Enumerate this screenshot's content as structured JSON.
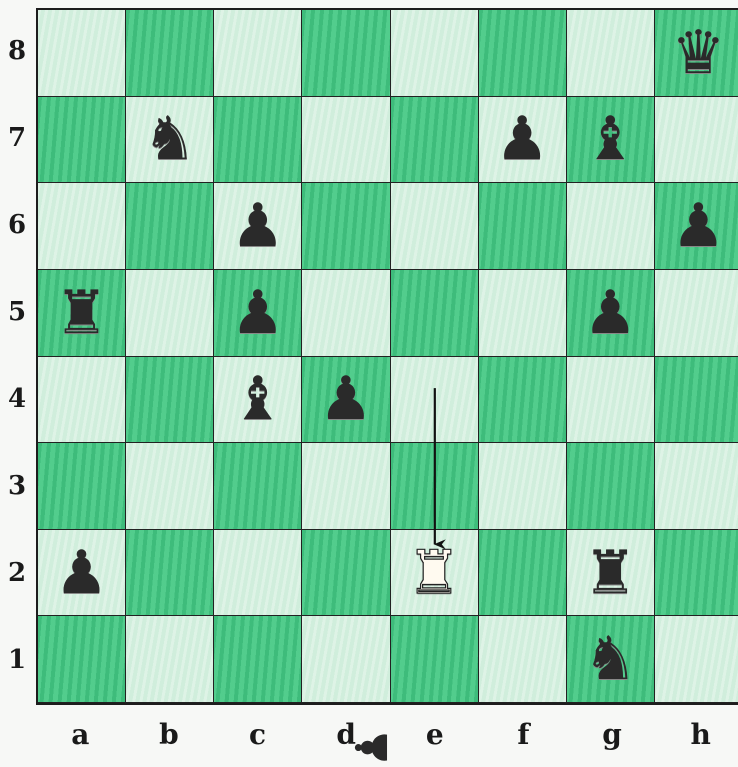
{
  "ranks": [
    "8",
    "7",
    "6",
    "5",
    "4",
    "3",
    "2",
    "1"
  ],
  "files": [
    "a",
    "b",
    "c",
    "d",
    "e",
    "f",
    "g",
    "h"
  ],
  "pieces": [
    {
      "square": "h8",
      "color": "black",
      "type": "queen",
      "glyph": "♛"
    },
    {
      "square": "b7",
      "color": "black",
      "type": "knight",
      "glyph": "♞"
    },
    {
      "square": "f7",
      "color": "black",
      "type": "pawn",
      "glyph": "♟"
    },
    {
      "square": "g7",
      "color": "black",
      "type": "bishop",
      "glyph": "♝"
    },
    {
      "square": "c6",
      "color": "black",
      "type": "pawn",
      "glyph": "♟"
    },
    {
      "square": "h6",
      "color": "black",
      "type": "pawn",
      "glyph": "♟"
    },
    {
      "square": "a5",
      "color": "black",
      "type": "rook",
      "glyph": "♜"
    },
    {
      "square": "c5",
      "color": "black",
      "type": "pawn",
      "glyph": "♟"
    },
    {
      "square": "g5",
      "color": "black",
      "type": "pawn",
      "glyph": "♟"
    },
    {
      "square": "c4",
      "color": "black",
      "type": "bishop",
      "glyph": "♝"
    },
    {
      "square": "d4",
      "color": "black",
      "type": "pawn",
      "glyph": "♟"
    },
    {
      "square": "a2",
      "color": "black",
      "type": "pawn",
      "glyph": "♟"
    },
    {
      "square": "e2",
      "color": "white",
      "type": "rook",
      "glyph": "♜"
    },
    {
      "square": "g2",
      "color": "black",
      "type": "rook",
      "glyph": "♜"
    },
    {
      "square": "g1",
      "color": "black",
      "type": "knight",
      "glyph": "♞"
    }
  ],
  "arrow": {
    "from": "e4",
    "to": "e2",
    "color": "#111111"
  },
  "colors": {
    "light": "#d3efdd",
    "dark": "#4fcb8a",
    "line": "#222222"
  }
}
